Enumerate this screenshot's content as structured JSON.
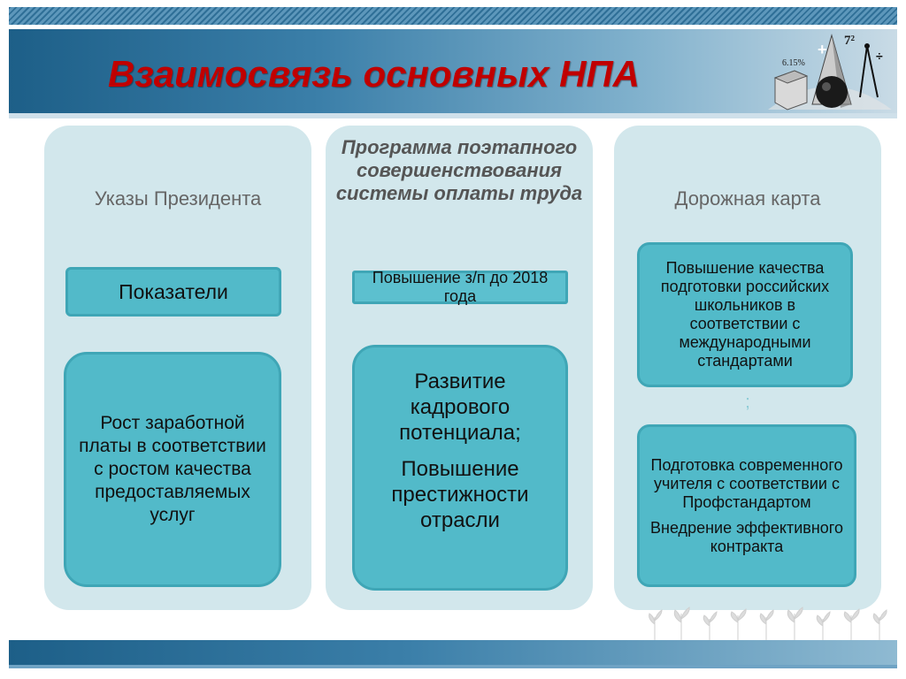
{
  "slide": {
    "title": "Взаимосвязь основных НПА"
  },
  "logo": {
    "number_text": "7²",
    "percent_text": "6.15%",
    "plus_sign": "+",
    "icon": "geometry-shapes-icon"
  },
  "columns": [
    {
      "heading": "Указы Президента",
      "boxes": [
        {
          "text": "Показатели"
        },
        {
          "text": "Рост заработной платы в соответствии с ростом качества предоставляемых услуг"
        }
      ]
    },
    {
      "heading": "Программа поэтапного совершенствования системы оплаты труда",
      "boxes": [
        {
          "text": "Повышение з/п  до 2018 года"
        },
        {
          "text_1": "Развитие кадрового потенциала;",
          "text_2": "Повышение престижности отрасли"
        }
      ]
    },
    {
      "heading": "Дорожная карта",
      "separator": ";",
      "boxes": [
        {
          "text": "Повышение качества подготовки российских школьников в соответствии с международными стандартами"
        },
        {
          "text_1": "Подготовка современного учителя с соответствии с Профстандартом",
          "text_2": "Внедрение эффективного контракта"
        }
      ]
    }
  ],
  "colors": {
    "title": "#c00000",
    "column_bg": "#d2e7ec",
    "box_bg": "#52bac9",
    "band": "#1d5f88"
  }
}
